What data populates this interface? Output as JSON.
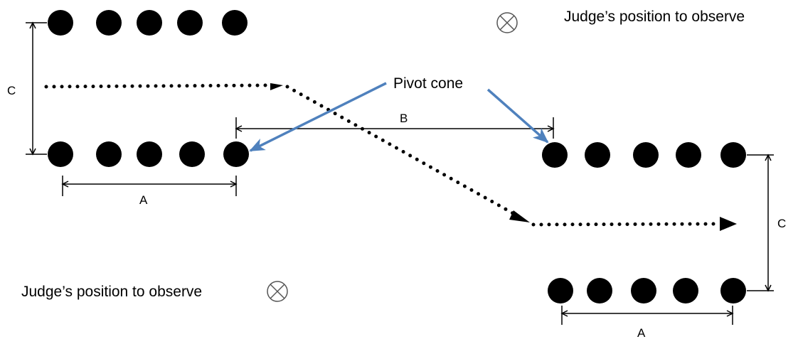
{
  "labels": {
    "judge_top": "Judge’s position to observe",
    "judge_bottom": "Judge’s position to observe",
    "pivot_cone": "Pivot cone",
    "dim_a_left": "A",
    "dim_a_right": "A",
    "dim_b": "B",
    "dim_c_left": "C",
    "dim_c_right": "C"
  },
  "icons": {
    "judge_marker": "circled-x-icon",
    "cone": "filled-circle-icon",
    "path_arrow": "arrowhead-icon"
  },
  "colors": {
    "cones": "#000000",
    "path": "#000000",
    "dimension_lines": "#000000",
    "pointer_arrows": "#4F81BD",
    "judge_marker": "#555555"
  }
}
